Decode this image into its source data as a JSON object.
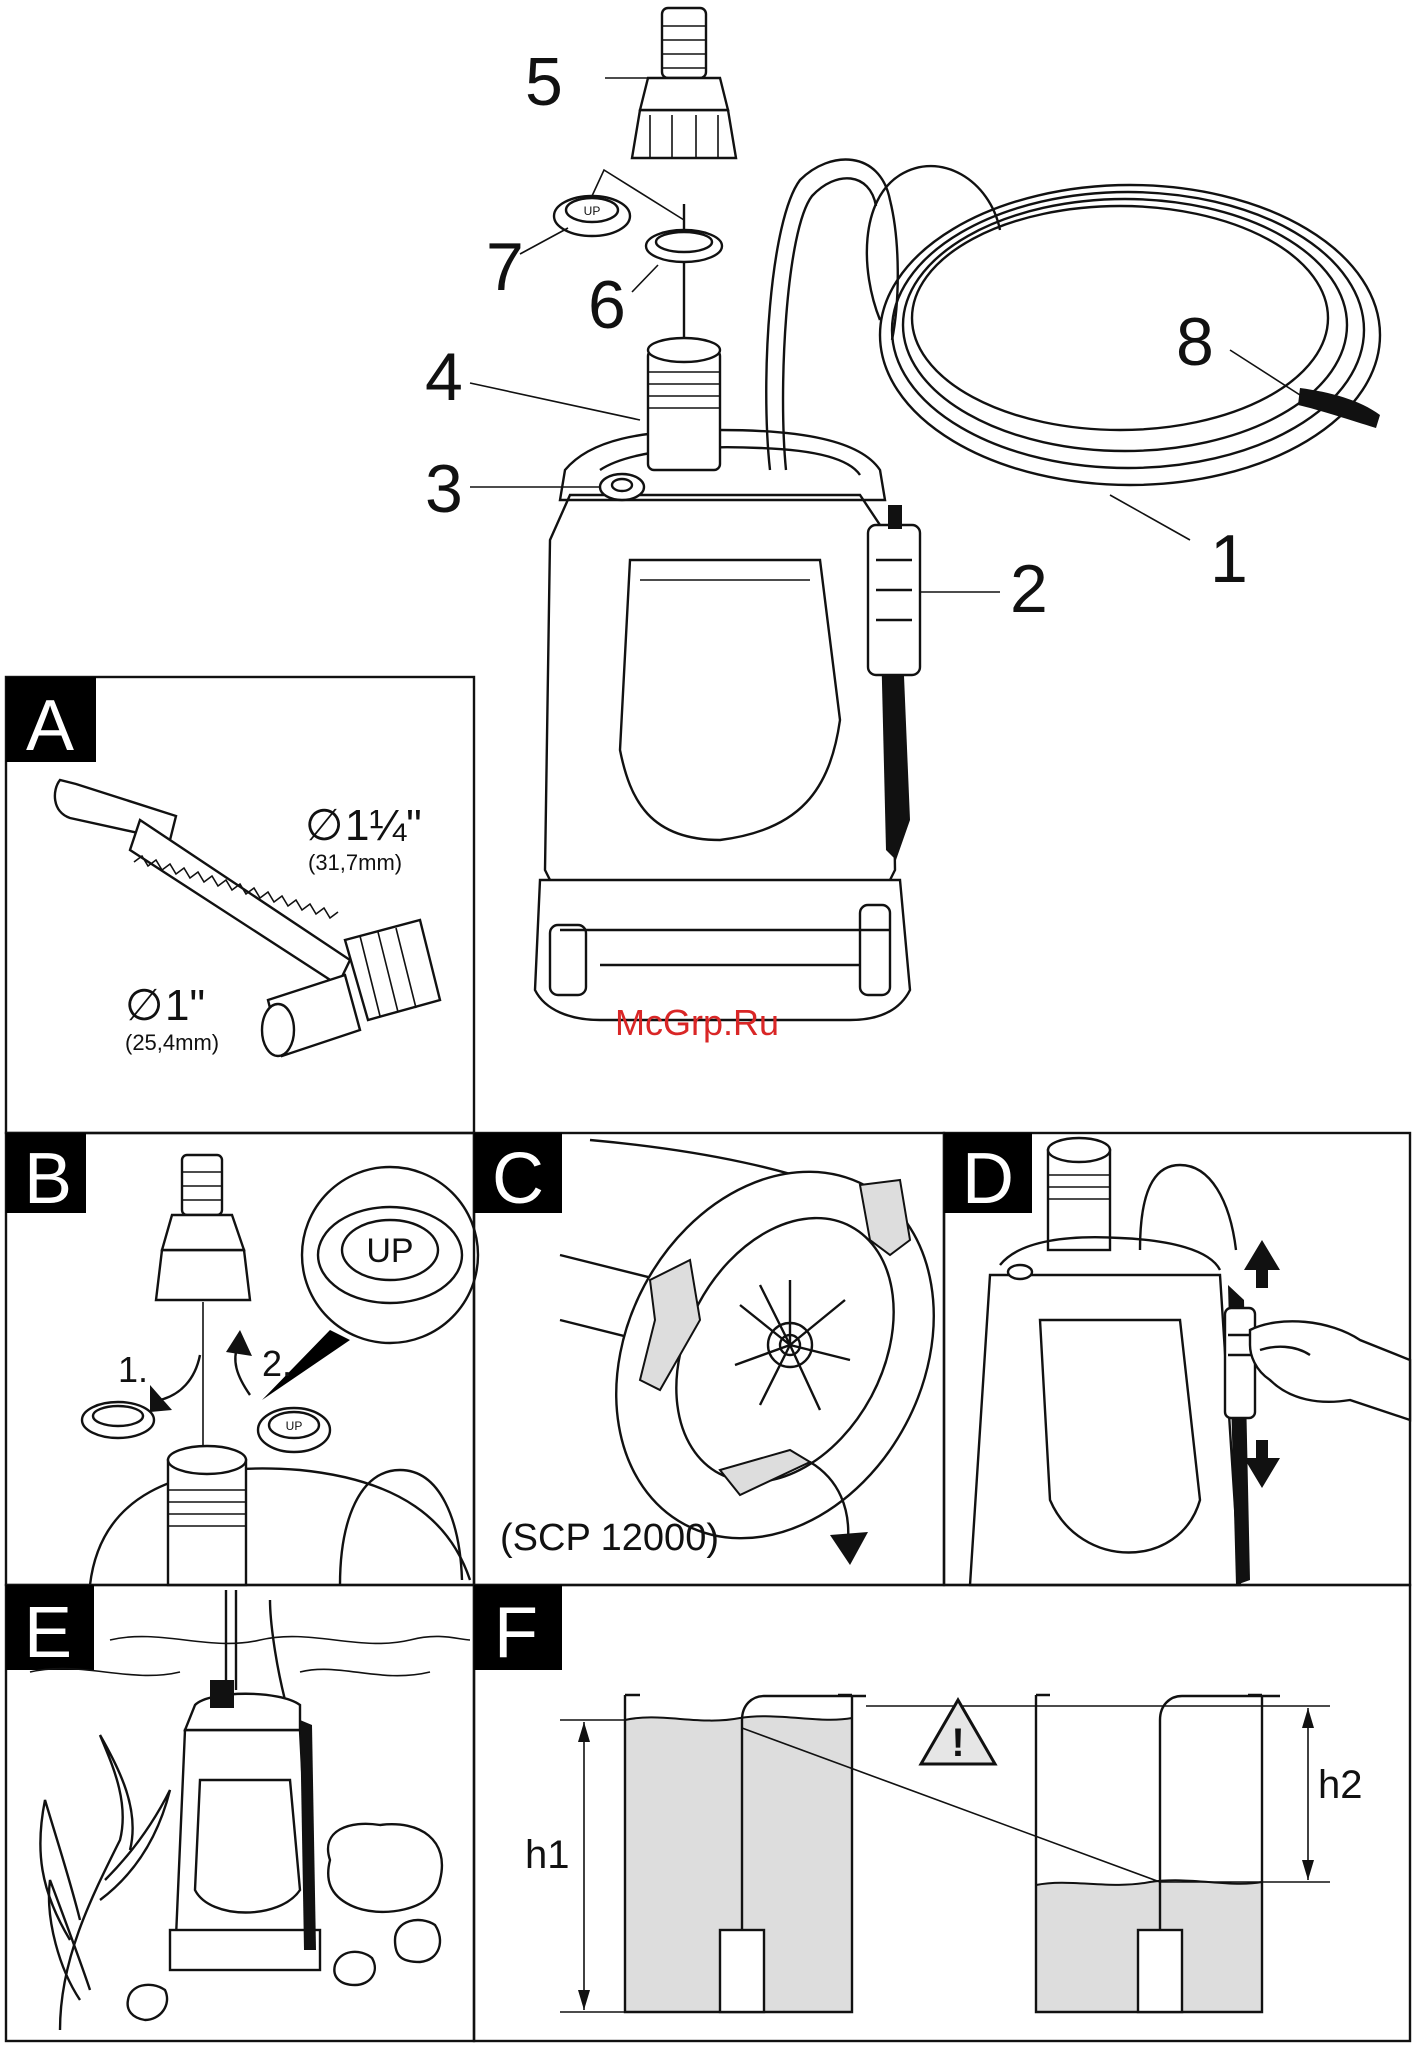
{
  "callouts": {
    "c1": "1",
    "c2": "2",
    "c3": "3",
    "c4": "4",
    "c5": "5",
    "c6": "6",
    "c7": "7",
    "c8": "8"
  },
  "panels": {
    "a": {
      "letter": "A",
      "dia_large_symbol": "∅",
      "dia_large": "1¼\"",
      "dia_large_mm": "(31,7mm)",
      "dia_small_symbol": "∅",
      "dia_small": "1\"",
      "dia_small_mm": "(25,4mm)"
    },
    "b": {
      "letter": "B",
      "step1": "1.",
      "step2": "2.",
      "up_big": "UP",
      "up_small": "UP"
    },
    "c": {
      "letter": "C",
      "model_note": "(SCP 12000)"
    },
    "d": {
      "letter": "D"
    },
    "e": {
      "letter": "E"
    },
    "f": {
      "letter": "F",
      "h1": "h1",
      "h2": "h2",
      "warning": "!"
    }
  },
  "top_parts": {
    "up_ring_label": "UP"
  },
  "watermark": "McGrp.Ru",
  "colors": {
    "panel_tab": "#000000",
    "watermark": "#d92626",
    "water": "#dddddd"
  }
}
